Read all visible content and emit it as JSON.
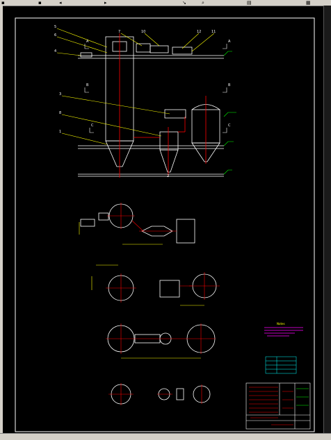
{
  "toolbar": {
    "icons": [
      "save-icon",
      "print-icon",
      "undo-icon",
      "redo-icon",
      "arrow-icon",
      "zoom-icon",
      "properties-icon",
      "layer-icon"
    ]
  },
  "drawing": {
    "colors": {
      "frame": "#ffffff",
      "geometry": "#ffffff",
      "leader": "#ffff00",
      "centerline": "#ff0000",
      "hatch": "#00ff00",
      "pipe": "#ff0000",
      "text_note": "#ff00ff",
      "dimension": "#00ffff"
    },
    "callouts": [
      "5",
      "7",
      "10",
      "12",
      "11",
      "6",
      "4",
      "3",
      "8",
      "1",
      "2"
    ],
    "section_marks": [
      "A",
      "A",
      "B",
      "B",
      "C",
      "C"
    ],
    "notes_title": "Notes",
    "table_title": "Table"
  }
}
